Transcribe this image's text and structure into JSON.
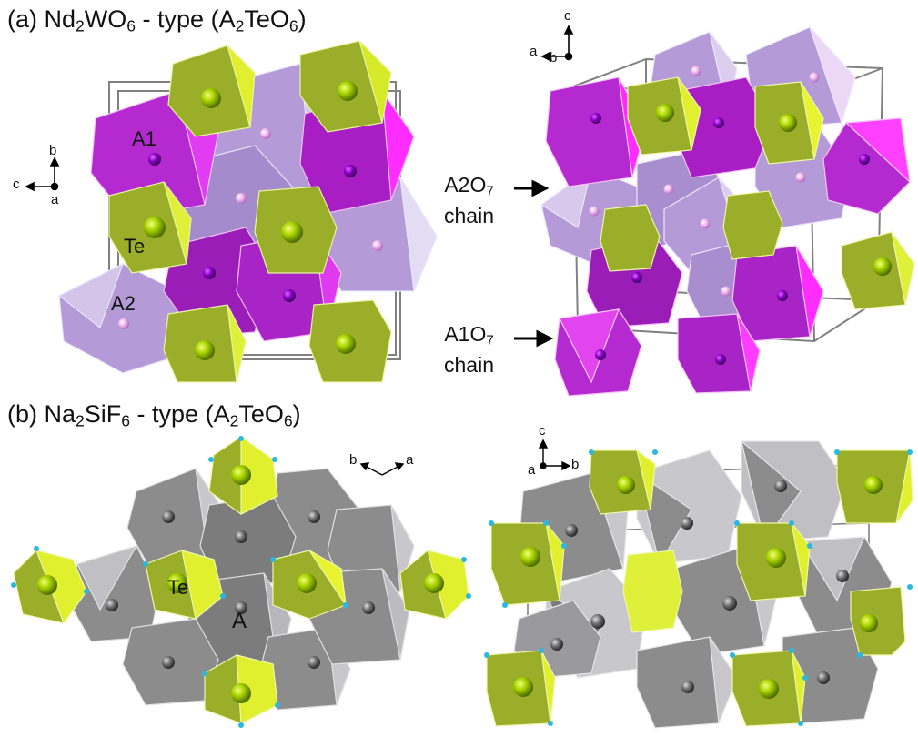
{
  "panel_a": {
    "title_prefix": "(a) Nd",
    "title_sub1": "2",
    "title_mid": "WO",
    "title_sub2": "6",
    "title_suffix_pre": " - type (A",
    "title_sub3": "2",
    "title_suffix_mid": "TeO",
    "title_sub4": "6",
    "title_suffix_end": ")",
    "labels": {
      "a1": "A1",
      "a2": "A2",
      "te": "Te"
    },
    "axes_left": {
      "vertical": "b",
      "horizontal": "c",
      "out_of_plane": "a"
    },
    "axes_right": {
      "vertical": "c",
      "horizontal": "a",
      "out_of_plane": "b"
    },
    "chain_a2": {
      "line1_pre": "A2O",
      "line1_sub": "7",
      "line2": "chain"
    },
    "chain_a1": {
      "line1_pre": "A1O",
      "line1_sub": "7",
      "line2": "chain"
    }
  },
  "panel_b": {
    "title_prefix": "(b) Na",
    "title_sub1": "2",
    "title_mid": "SiF",
    "title_sub2": "6",
    "title_suffix_pre": " - type (A",
    "title_sub3": "2",
    "title_suffix_mid": "TeO",
    "title_sub4": "6",
    "title_suffix_end": ")",
    "labels": {
      "te": "Te",
      "a": "A"
    },
    "axes_left": {
      "left": "b",
      "right": "a"
    },
    "axes_right": {
      "vertical": "c",
      "horizontal": "b",
      "out_of_plane": "a"
    }
  },
  "colors": {
    "magenta": "#d21ee0",
    "magenta_dark": "#8a1aa8",
    "lilac": "#b49ad6",
    "lilac_light": "#d8c8ec",
    "olive": "#9aae2a",
    "olive_light": "#e0ef2e",
    "gray": "#8c8c8c",
    "gray_light": "#c8c8cc",
    "ligand": "#2ab8e0"
  }
}
